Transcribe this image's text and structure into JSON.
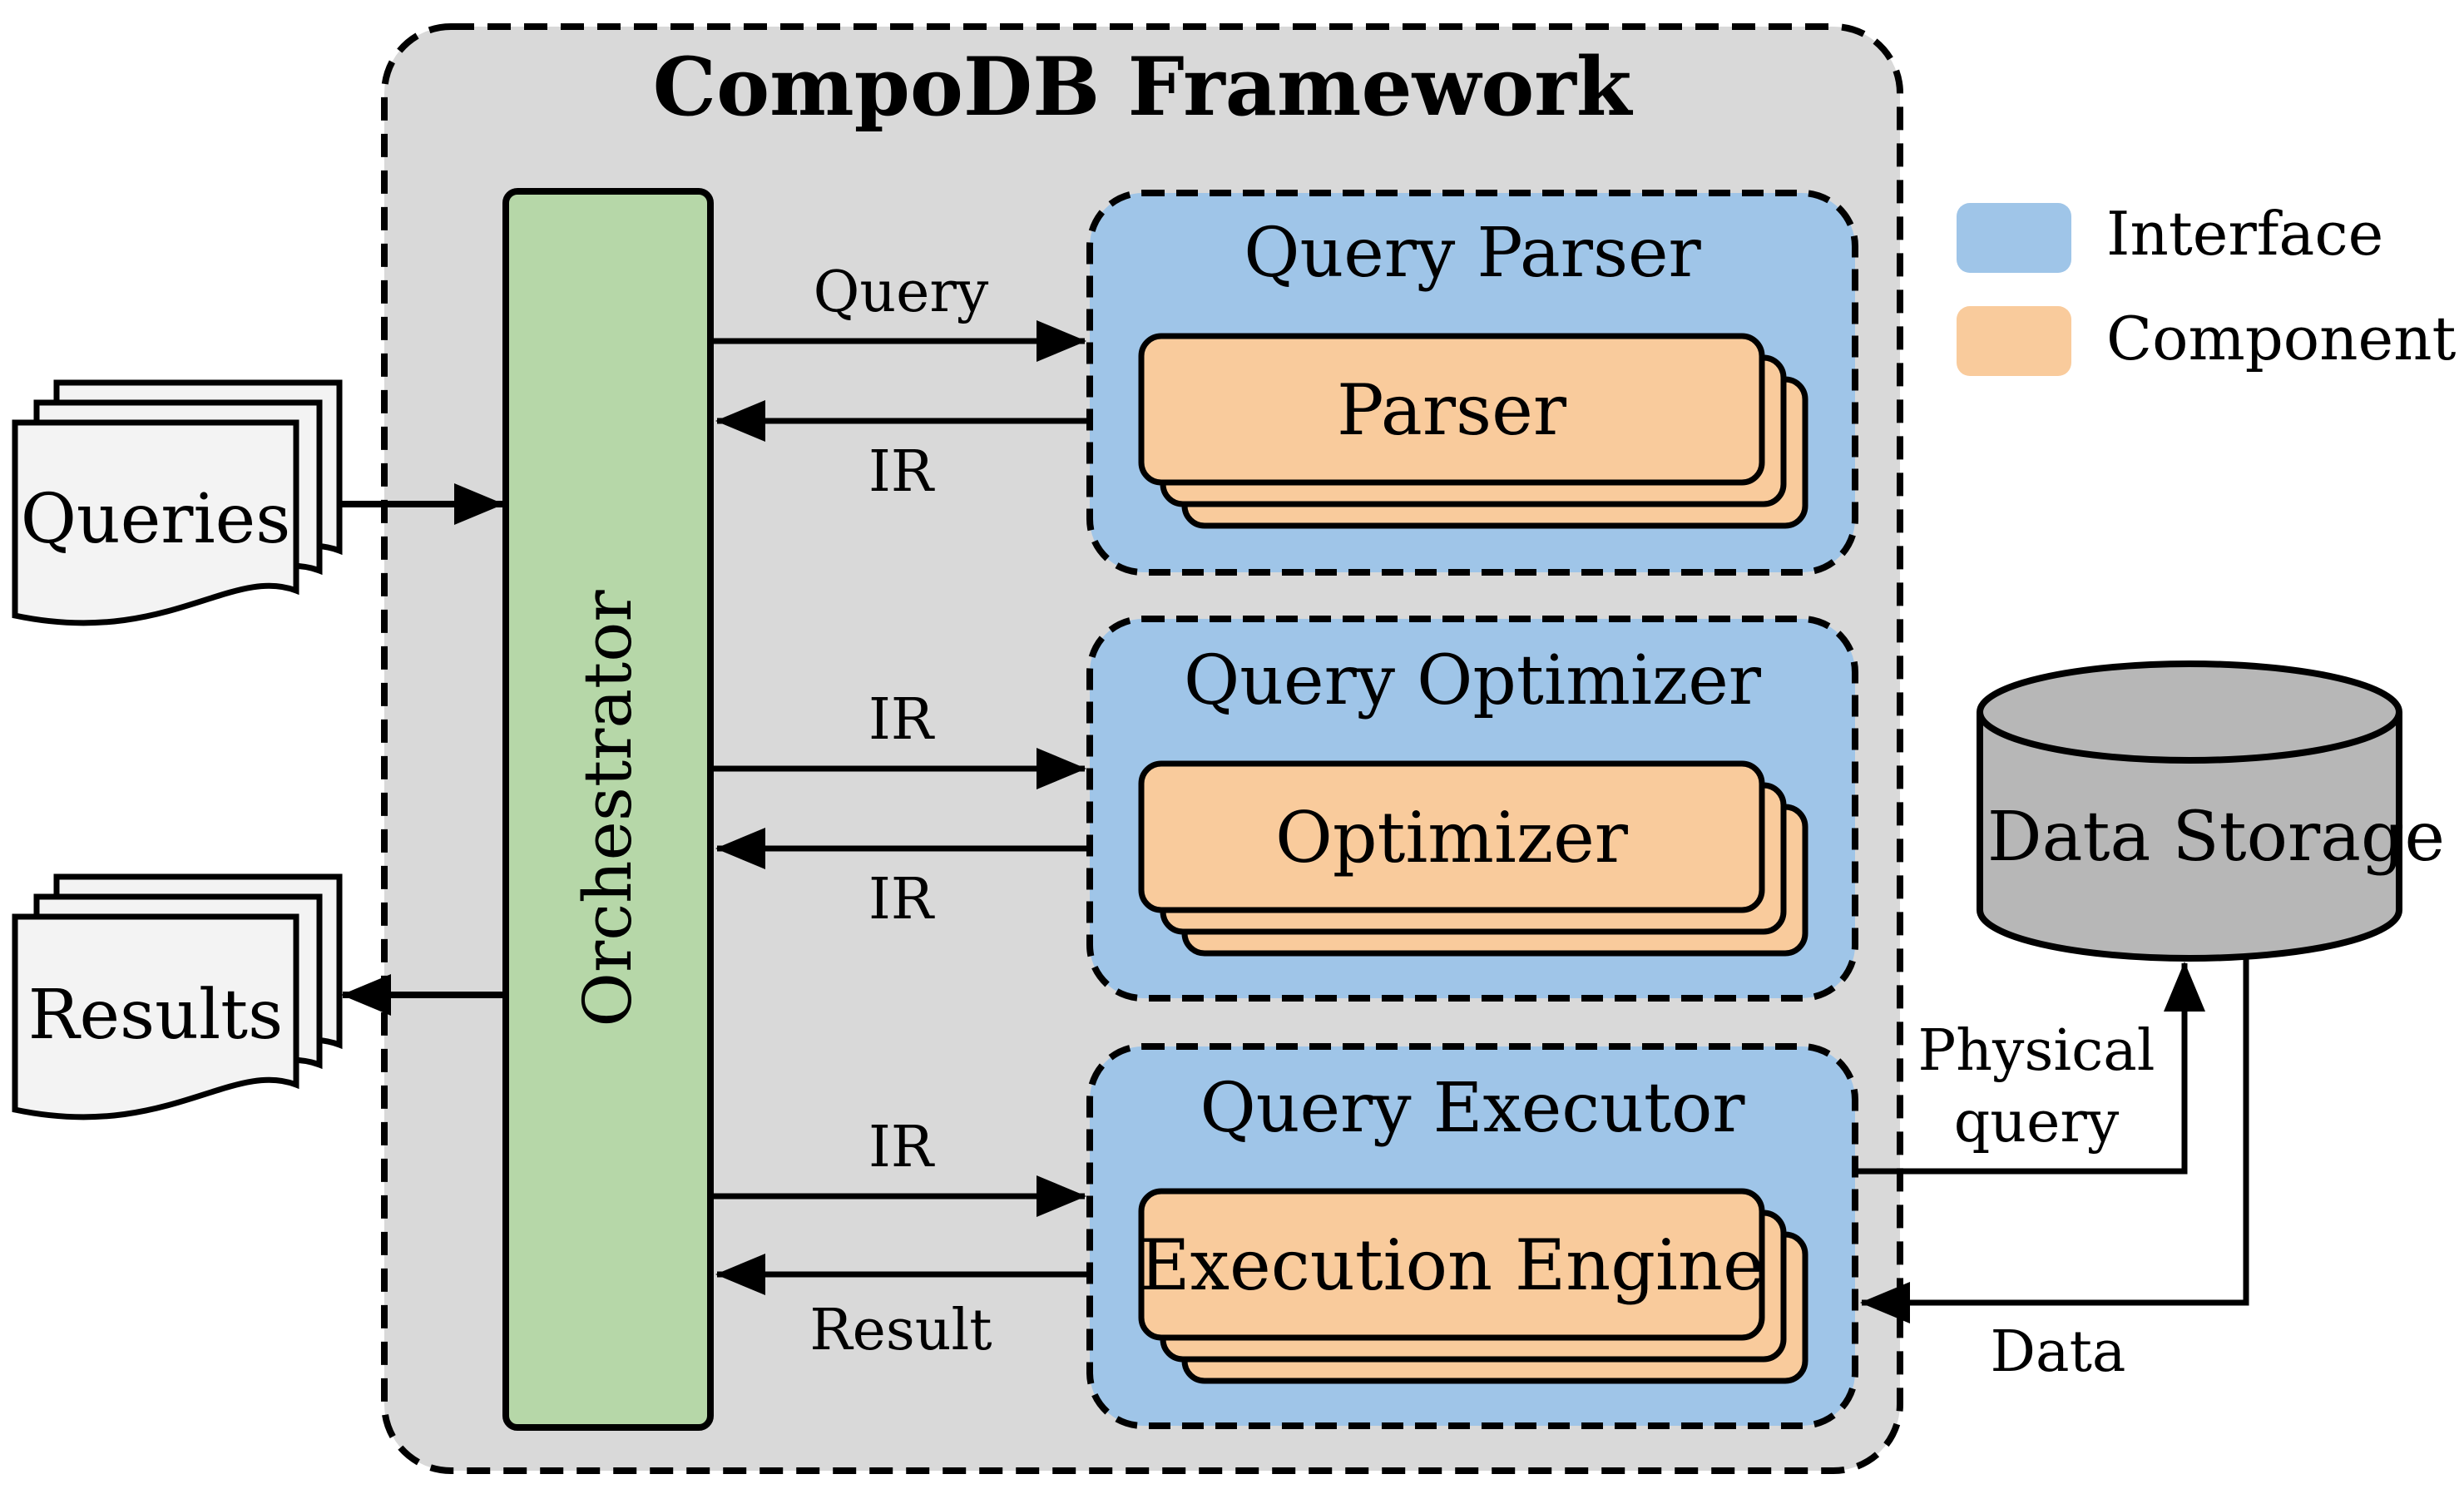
{
  "framework": {
    "title": "CompoDB Framework"
  },
  "legend": {
    "items": [
      {
        "label": "Interface",
        "color": "#9fc5e8"
      },
      {
        "label": "Component",
        "color": "#f9cb9c"
      }
    ]
  },
  "orchestrator": {
    "label": "Orchestrator",
    "color": "#b6d7a8"
  },
  "inputs": {
    "queries": "Queries",
    "results": "Results"
  },
  "interfaces": [
    {
      "title": "Query Parser",
      "component": "Parser",
      "to_label": "Query",
      "from_label": "IR"
    },
    {
      "title": "Query Optimizer",
      "component": "Optimizer",
      "to_label": "IR",
      "from_label": "IR"
    },
    {
      "title": "Query Executor",
      "component": "Execution Engine",
      "to_label": "IR",
      "from_label": "Result"
    }
  ],
  "storage": {
    "label": "Data Storage",
    "to_label_line1": "Physical",
    "to_label_line2": "query",
    "from_label": "Data"
  },
  "colors": {
    "framework_bg": "#d9d9d9",
    "interface": "#9fc5e8",
    "component": "#f9cb9c",
    "orchestrator": "#b6d7a8",
    "document": "#f3f3f3",
    "storage": "#b7b7b7"
  }
}
